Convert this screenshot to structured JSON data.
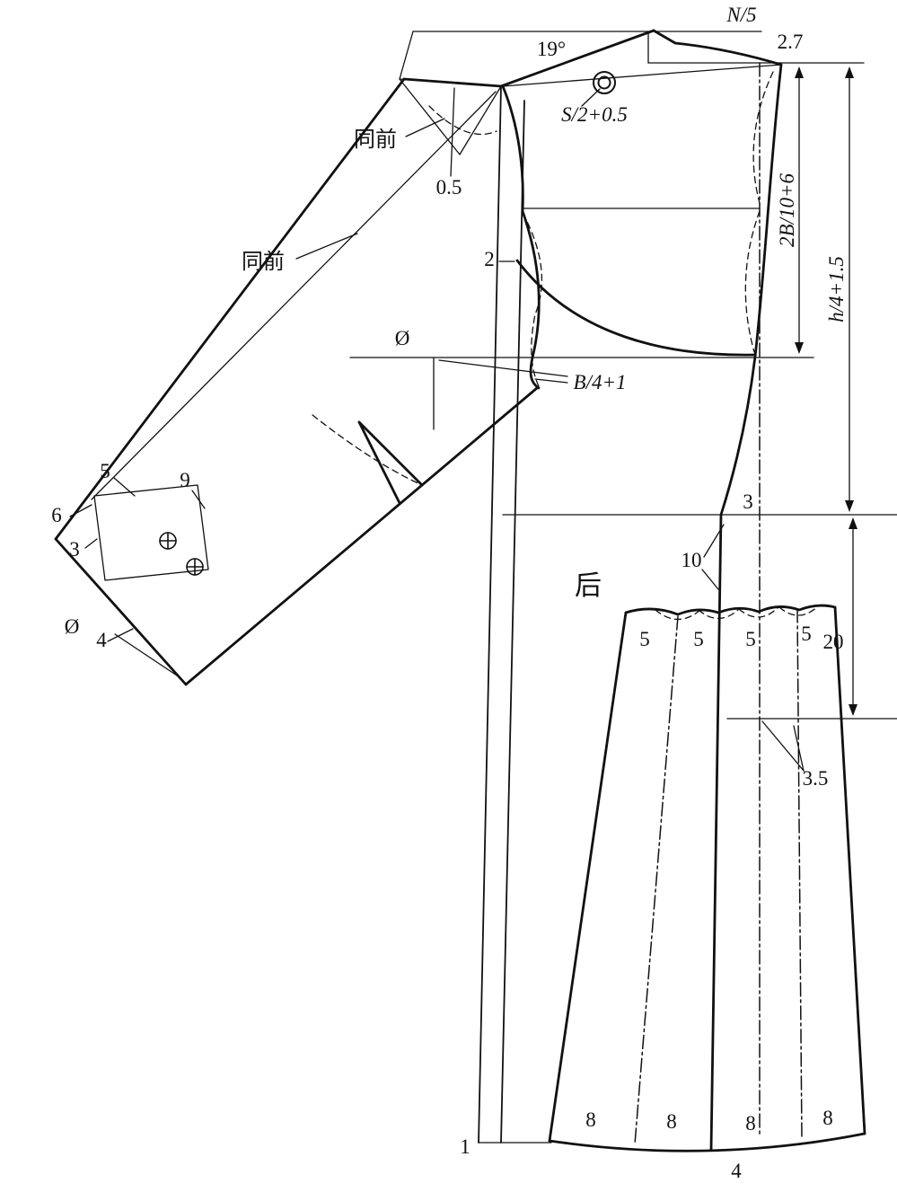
{
  "meta": {
    "title": "garment pattern drafting diagram (back piece with raglan sleeve and gored skirt)"
  },
  "colors": {
    "ink": "#111111",
    "paper": "#ffffff"
  },
  "labels": {
    "n5": "N/5",
    "neck_rise": "2.7",
    "angle": "19°",
    "shoulder": "S/2+0.5",
    "same1": "同前",
    "same2": "同前",
    "half": "0.5",
    "two": "2",
    "armhole_depth": "2B/10+6",
    "back_length": "h/4+1.5",
    "eq_chest": "Ø",
    "chest": "B/4+1",
    "three": "3",
    "ten": "10",
    "back": "后",
    "panel_fives": [
      "5",
      "5",
      "5",
      "5"
    ],
    "twenty": "20",
    "three_five": "3.5",
    "cuff_five": "5",
    "cuff_nine": "9",
    "cuff_six": "6",
    "cuff_three": "3",
    "eq_cuff": "Ø",
    "cuff_four": "4",
    "panel_eights": [
      "8",
      "8",
      "8",
      "8"
    ],
    "one": "1",
    "four": "4"
  }
}
